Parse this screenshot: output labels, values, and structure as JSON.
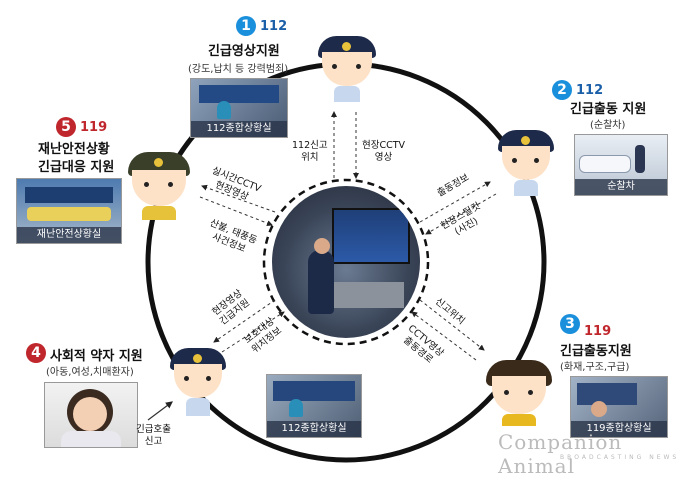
{
  "colors": {
    "blue": "#1a8fdc",
    "red": "#c0272d",
    "ring": "#000000"
  },
  "nodes": {
    "n1": {
      "number": "1",
      "code": "112",
      "title": "긴급영상지원",
      "subtitle": "(강도,납치 등 강력범죄)",
      "photo_caption": "112종합상황실"
    },
    "n2": {
      "number": "2",
      "code": "112",
      "title": "긴급출동 지원",
      "subtitle": "(순찰차)",
      "photo_caption": "순찰차"
    },
    "n3": {
      "number": "3",
      "code": "119",
      "title": "긴급출동지원",
      "subtitle": "(화재,구조,구급)",
      "photo_caption": "119종합상황실"
    },
    "n4": {
      "number": "4",
      "title": "사회적 약자 지원",
      "subtitle": "(아동,여성,치매환자)"
    },
    "n5": {
      "number": "5",
      "code": "119",
      "title_line1": "재난안전상황",
      "title_line2": "긴급대응 지원",
      "photo_caption": "재난안전상황실"
    }
  },
  "center_photo_caption": "112종합상황실",
  "emergency_call": {
    "line1": "긴급호출",
    "line2": "신고"
  },
  "flows": {
    "top_left": {
      "line1": "112신고",
      "line2": "위치"
    },
    "top_right": {
      "line1": "현장CCTV",
      "line2": "영상"
    },
    "right_top": "출동정보",
    "right_mid": {
      "line1": "현장스틸컷",
      "line2": "(사진)"
    },
    "right_low": "신고위치",
    "right_bottom": {
      "line1": "CCTV영상",
      "line2": "출동경로"
    },
    "left_top": {
      "line1": "실시간CCTV",
      "line2": "현장영상"
    },
    "left_mid": {
      "line1": "산불, 태풍등",
      "line2": "사건정보"
    },
    "left_low": {
      "line1": "현장영상",
      "line2": "긴급지원"
    },
    "left_bottom": {
      "line1": "보호대상",
      "line2": "위치정보"
    }
  },
  "watermark": {
    "main": "Companion Animal",
    "sub": "BROADCASTING NEWS"
  }
}
